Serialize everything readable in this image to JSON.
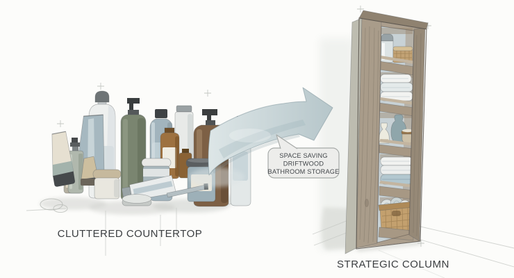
{
  "scene": {
    "type": "before-after watercolor illustration",
    "background": "#fcfcfa",
    "before": {
      "label": "CLUTTERED COUNTERTOP",
      "items": [
        "white lotion bottle",
        "green pump bottle",
        "tall blue-gray bottle",
        "white cylinder bottle",
        "brown pump soap bottle",
        "pale blue pump bottle",
        "blue squeeze tube",
        "cream squeeze tube",
        "spray bottle",
        "beige label bottle",
        "beige cone tube",
        "amber bottle with label",
        "small amber bottle",
        "white band jar",
        "dark lid cream jar",
        "tan lid cream jar",
        "lying toothpaste tube",
        "slim lying tube",
        "flat round tin",
        "pencil sketch circles"
      ]
    },
    "transition": {
      "arrow_direction": "right",
      "bubble_lines": [
        "SPACE SAVING",
        "DRIFTWOOD",
        "BATHROOM STORAGE"
      ]
    },
    "after": {
      "label": "STRATEGIC COLUMN",
      "shelves": [
        "glass jar and wicker basket",
        "stack of folded white towels",
        "white vase, blue vase and lidded bowl",
        "folded white and blue towels",
        "wicker basket with rolled towels"
      ]
    },
    "colors": {
      "label_text": "#3b3e41",
      "bubble_fill": "#ededeb",
      "bubble_border": "#a6aaa8",
      "bubble_text": "#42464a",
      "arrow_fill": "#ccd9db",
      "arrow_shade": "#9db3b9",
      "arrow_outline": "#7d939a",
      "wood": "#a99c8a",
      "wood_dark": "#7c7164",
      "wicker": "#c2a274",
      "towel_blue": "#b2c7cf",
      "shelf_interior": "#c8d2d6"
    }
  }
}
